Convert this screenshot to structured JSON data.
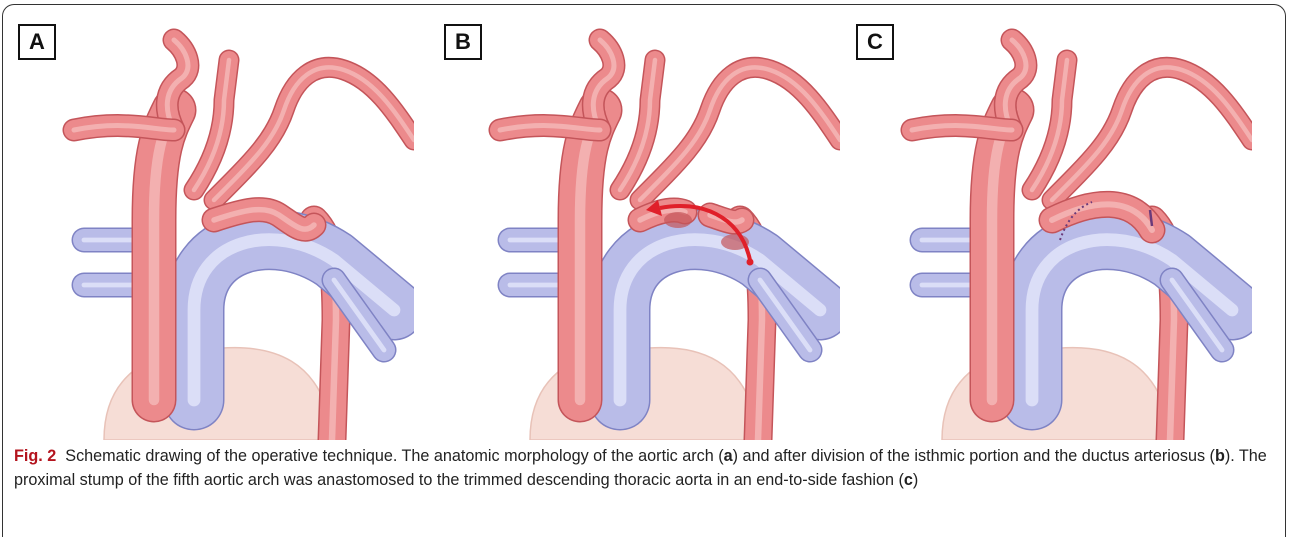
{
  "panels": [
    {
      "label": "A",
      "variant": "original"
    },
    {
      "label": "B",
      "variant": "division"
    },
    {
      "label": "C",
      "variant": "anastomosis"
    }
  ],
  "caption": {
    "fig_label": "Fig. 2",
    "segments": [
      {
        "text": "Schematic drawing of the operative technique. The anatomic morphology of the aortic arch (",
        "bold": false
      },
      {
        "text": "a",
        "bold": true
      },
      {
        "text": ") and after division of the isthmic portion and the ductus arteriosus (",
        "bold": false
      },
      {
        "text": "b",
        "bold": true
      },
      {
        "text": "). The proximal stump of the fifth aortic arch was anastomosed to the trimmed descending thoracic aorta in an end-to-side fashion (",
        "bold": false
      },
      {
        "text": "c",
        "bold": true
      },
      {
        "text": ")",
        "bold": false
      }
    ]
  },
  "colors": {
    "artery": "#ec8a8c",
    "artery_dark": "#c4555a",
    "artery_light": "#f7c0bf",
    "vein": "#b9bce8",
    "vein_dark": "#7f83c4",
    "heart": "#f6ddd6",
    "arrow": "#e0202a",
    "suture": "#6a3a7a",
    "caption_label": "#b4141e"
  }
}
